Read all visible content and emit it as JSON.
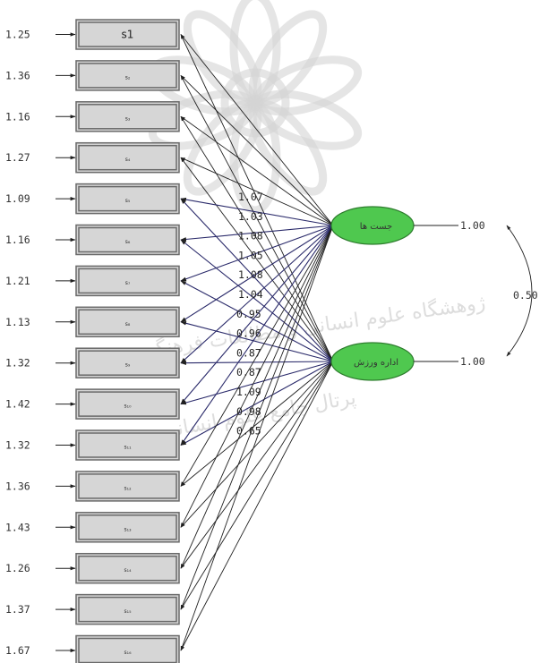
{
  "latents": [
    {
      "label": "جست ها",
      "variance": "1.00"
    },
    {
      "label": "اداره ورزش",
      "variance": "1.00"
    }
  ],
  "covariance": "0.50",
  "observed": [
    {
      "label": "s1",
      "error": "1.25"
    },
    {
      "label": "s₂",
      "error": "1.36"
    },
    {
      "label": "s₃",
      "error": "1.16"
    },
    {
      "label": "s₄",
      "error": "1.27"
    },
    {
      "label": "s₅",
      "error": "1.09"
    },
    {
      "label": "s₆",
      "error": "1.16"
    },
    {
      "label": "s₇",
      "error": "1.21"
    },
    {
      "label": "s₈",
      "error": "1.13"
    },
    {
      "label": "s₉",
      "error": "1.32"
    },
    {
      "label": "s₁₀",
      "error": "1.42"
    },
    {
      "label": "s₁₁",
      "error": "1.32"
    },
    {
      "label": "s₁₂",
      "error": "1.36"
    },
    {
      "label": "s₁₃",
      "error": "1.43"
    },
    {
      "label": "s₁₄",
      "error": "1.26"
    },
    {
      "label": "s₁₅",
      "error": "1.37"
    },
    {
      "label": "s₁₆",
      "error": "1.67"
    }
  ],
  "loadings": [
    "1.07",
    "1.03",
    "1.08",
    "1.05",
    "1.08",
    "1.04",
    "0.95",
    "0.96",
    "0.87",
    "0.87",
    "1.09",
    "0.98",
    "0.65"
  ],
  "watermark": [
    "پرتال جامع علوم انسانی",
    "ژوهشگاه علوم انسانی و مطالعات فرهنگی"
  ]
}
